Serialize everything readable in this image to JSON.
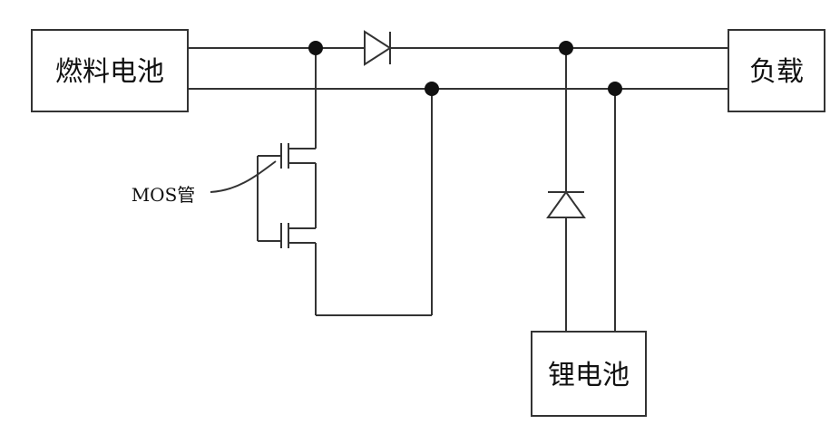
{
  "blocks": {
    "fuel_cell": "燃料电池",
    "load": "负载",
    "lithium_battery": "锂电池"
  },
  "annotations": {
    "mos": "MOS管"
  },
  "colors": {
    "line": "#333333",
    "node": "#111111",
    "background": "#ffffff"
  }
}
